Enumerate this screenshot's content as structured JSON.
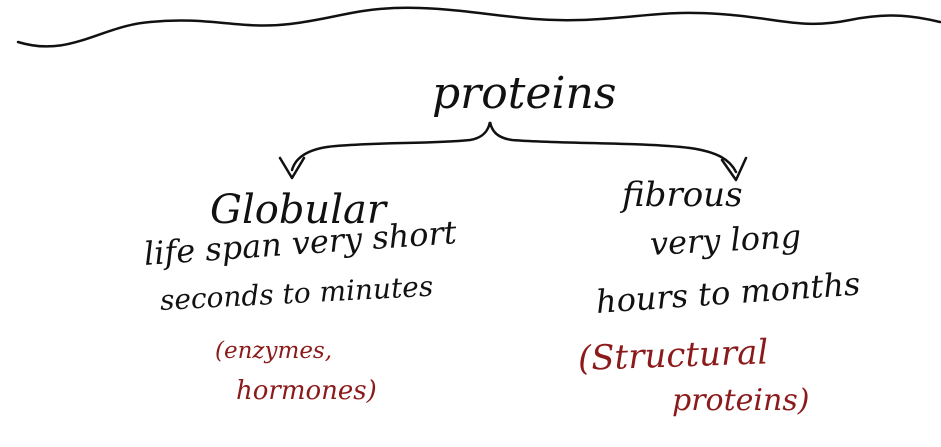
{
  "title": "proteins",
  "globular": {
    "heading": "Globular",
    "lifespan": "life span very short",
    "duration": "seconds to minutes",
    "examples_line1": "(enzymes,",
    "examples_line2": "hormones)"
  },
  "fibrous": {
    "heading": "fibrous",
    "lifespan": "very long",
    "duration": "hours to months",
    "examples_line1": "(Structural",
    "examples_line2": "proteins)"
  },
  "colors": {
    "ink": "#111111",
    "examples_ink": "#8b1a1a"
  }
}
